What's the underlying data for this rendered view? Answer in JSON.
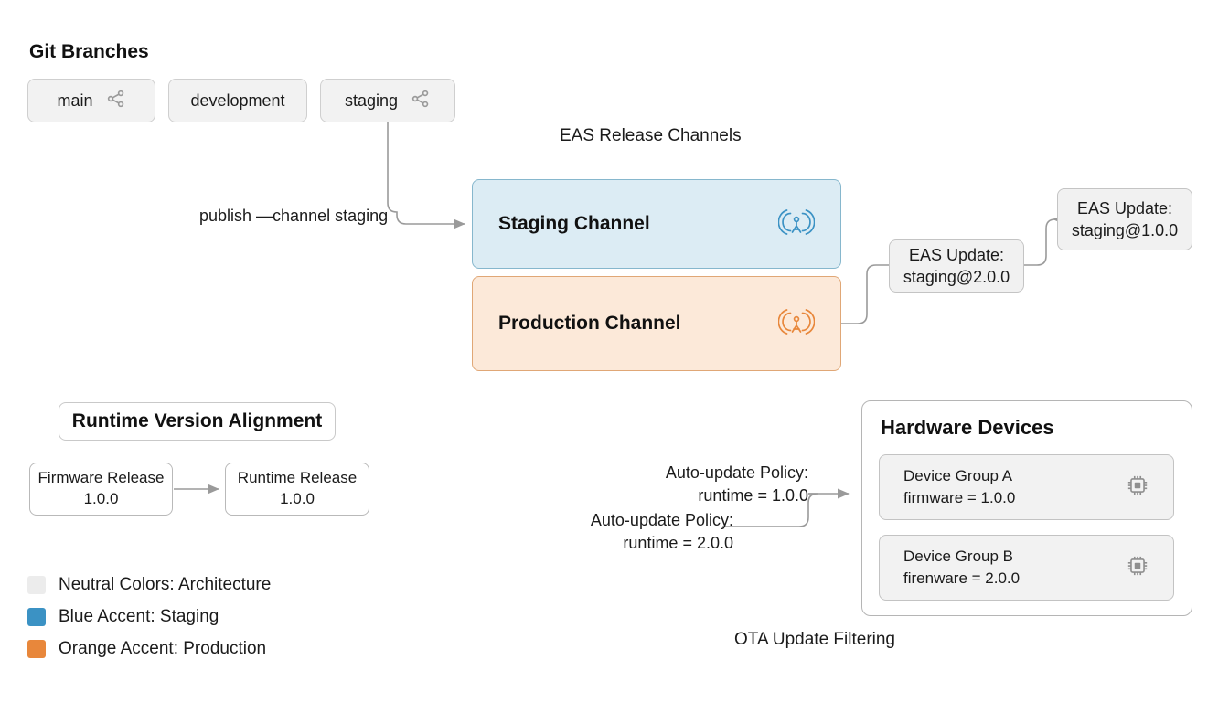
{
  "diagram": {
    "background": "#ffffff",
    "sections": {
      "git_branches_title": "Git Branches",
      "eas_channels_title": "EAS Release Channels",
      "runtime_alignment_title": "Runtime Version Alignment",
      "hardware_devices_title": "Hardware Devices",
      "ota_filtering_title": "OTA Update Filtering"
    },
    "git_branches": [
      {
        "label": "main",
        "icon": "share-nodes-icon",
        "has_icon": true
      },
      {
        "label": "development",
        "icon": "",
        "has_icon": false
      },
      {
        "label": "staging",
        "icon": "share-nodes-icon",
        "has_icon": true
      }
    ],
    "publish_edge_label": "publish —channel staging",
    "channels": [
      {
        "name": "Staging Channel",
        "icon": "broadcast-tower-icon",
        "fill": "#dcecf4",
        "border": "#86b7cd",
        "accent": "#3b92c4"
      },
      {
        "name": "Production Channel",
        "icon": "broadcast-tower-icon",
        "fill": "#fce9d9",
        "border": "#e0a776",
        "accent": "#e8873b"
      }
    ],
    "updates": [
      {
        "line1": "EAS Update:",
        "line2": "staging@1.0.0"
      },
      {
        "line1": "EAS Update:",
        "line2": "staging@2.0.0"
      }
    ],
    "runtime_alignment": [
      {
        "line1": "Firmware Release",
        "line2": "1.0.0"
      },
      {
        "line1": "Runtime Release",
        "line2": "1.0.0"
      }
    ],
    "policies": [
      {
        "line1": "Auto-update Policy:",
        "line2": "runtime = 1.0.0"
      },
      {
        "line1": "Auto-update Policy:",
        "line2": "runtime = 2.0.0"
      }
    ],
    "devices": [
      {
        "line1": "Device Group A",
        "line2": "firmware = 1.0.0",
        "icon": "microchip-icon"
      },
      {
        "line1": "Device Group B",
        "line2": "firenware = 2.0.0",
        "icon": "microchip-icon"
      }
    ],
    "legend": [
      {
        "label": "Neutral Colors: Architecture",
        "color": "#ececec"
      },
      {
        "label": "Blue Accent: Staging",
        "color": "#3b92c4"
      },
      {
        "label": "Orange Accent: Production",
        "color": "#e8873b"
      }
    ]
  }
}
